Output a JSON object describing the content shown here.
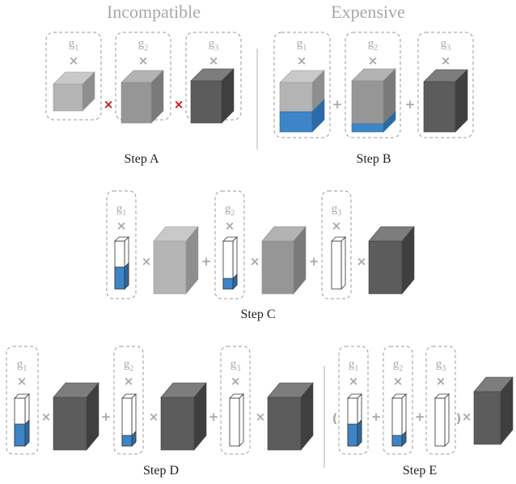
{
  "headers": {
    "left": "Incompatible",
    "right": "Expensive"
  },
  "steps": {
    "a": "Step A",
    "b": "Step B",
    "c": "Step C",
    "d": "Step D",
    "e": "Step E"
  },
  "g": {
    "letter": "g",
    "sub1": "1",
    "sub2": "2",
    "sub3": "3"
  },
  "ops": {
    "times": "×",
    "plus": "+",
    "lparen": "(",
    "rparen": ")"
  },
  "colors": {
    "light": "#b4b4b4",
    "mid": "#969696",
    "dark": "#5c5c5c",
    "blue": "#3d85c6",
    "red": "#cc1111"
  }
}
